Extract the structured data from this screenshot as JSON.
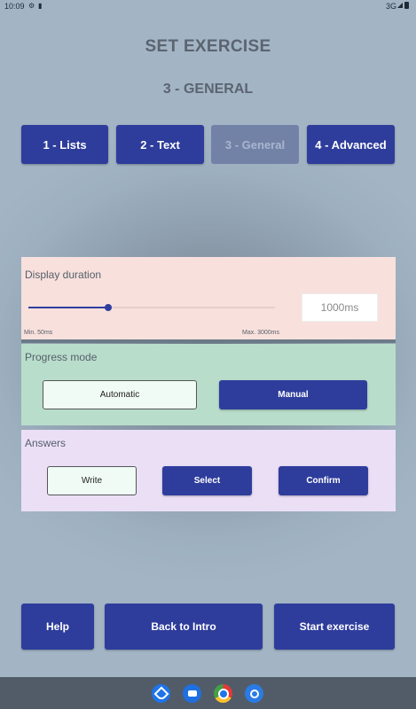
{
  "status_bar": {
    "time": "10:09",
    "network": "3G"
  },
  "header": {
    "title": "SET EXERCISE",
    "subtitle": "3 - GENERAL"
  },
  "tabs": [
    {
      "label": "1 - Lists",
      "enabled": true
    },
    {
      "label": "2 - Text",
      "enabled": true
    },
    {
      "label": "3 - General",
      "enabled": false
    },
    {
      "label": "4 - Advanced",
      "enabled": true
    }
  ],
  "display_duration": {
    "title": "Display duration",
    "value": "1000ms",
    "min_label": "Min. 50ms",
    "max_label": "Max. 3000ms",
    "slider_min": 50,
    "slider_max": 3000,
    "slider_value": 1000
  },
  "progress_mode": {
    "title": "Progress mode",
    "options": [
      "Automatic",
      "Manual"
    ],
    "selected": "Manual"
  },
  "answers": {
    "title": "Answers",
    "options": [
      "Write",
      "Select",
      "Confirm"
    ]
  },
  "footer": {
    "help_label": "Help",
    "back_label": "Back to Intro",
    "start_label": "Start exercise"
  },
  "dock": [
    "phone-icon",
    "messages-icon",
    "chrome-icon",
    "camera-icon"
  ],
  "colors": {
    "primary": "#2e3d9c",
    "disabled": "#7282a7"
  }
}
